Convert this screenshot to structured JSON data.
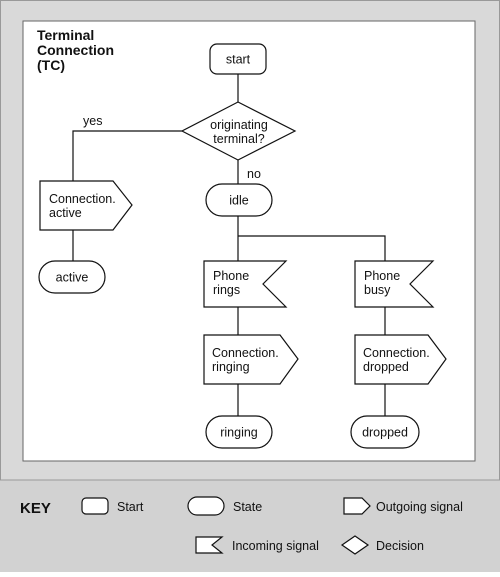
{
  "title": {
    "line1": "Terminal",
    "line2": "Connection",
    "line3": "(TC)"
  },
  "nodes": {
    "start": "start",
    "decision_line1": "originating",
    "decision_line2": "terminal?",
    "idle": "idle",
    "conn_active_line1": "Connection.",
    "conn_active_line2": "active",
    "active": "active",
    "phone_rings_line1": "Phone",
    "phone_rings_line2": "rings",
    "conn_ringing_line1": "Connection.",
    "conn_ringing_line2": "ringing",
    "ringing": "ringing",
    "phone_busy_line1": "Phone",
    "phone_busy_line2": "busy",
    "conn_dropped_line1": "Connection.",
    "conn_dropped_line2": "dropped",
    "dropped": "dropped"
  },
  "edges": {
    "yes": "yes",
    "no": "no"
  },
  "key": {
    "title": "KEY",
    "start": "Start",
    "state": "State",
    "outgoing": "Outgoing signal",
    "incoming": "Incoming signal",
    "decision": "Decision"
  },
  "colors": {
    "frame_bg": "#d9d9d9",
    "panel_bg": "#ffffff",
    "line": "#111111"
  }
}
